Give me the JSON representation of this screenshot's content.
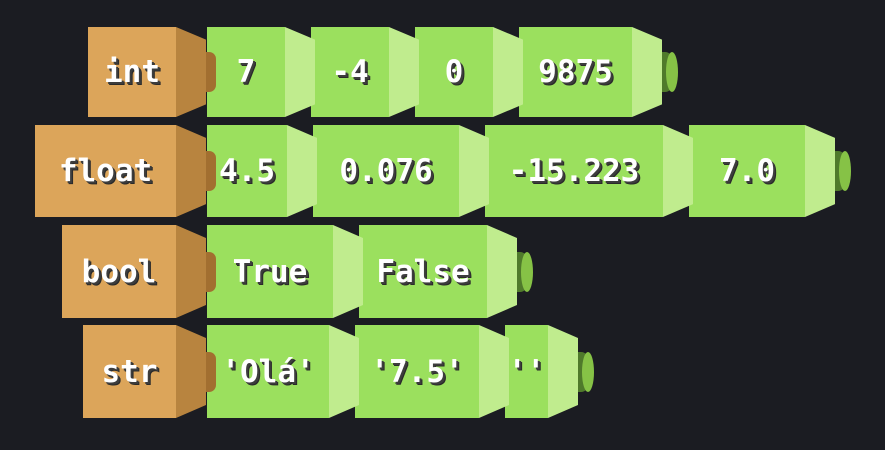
{
  "rows": [
    {
      "type": "int",
      "values": [
        "7",
        "-4",
        "0",
        "9875"
      ]
    },
    {
      "type": "float",
      "values": [
        "4.5",
        "0.076",
        "-15.223",
        "7.0"
      ]
    },
    {
      "type": "bool",
      "values": [
        "True",
        "False"
      ]
    },
    {
      "type": "str",
      "values": [
        "'Olá'",
        "'7.5'",
        "''"
      ]
    }
  ],
  "colors": {
    "background": "#1b1c22",
    "type_block": "#dca55a",
    "value_block": "#9be05e",
    "connector": "#4f7a2b"
  }
}
